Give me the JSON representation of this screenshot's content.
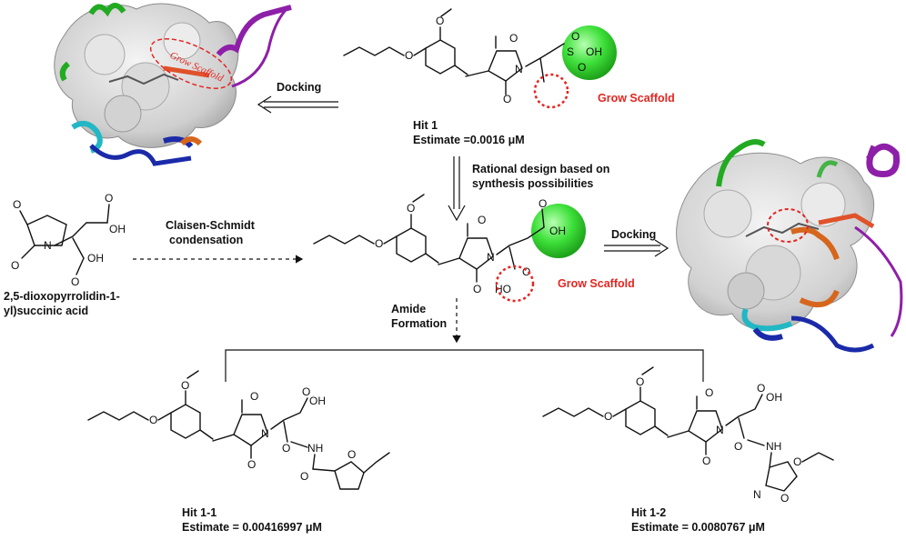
{
  "colors": {
    "grow_scaffold": "#e52521",
    "highlight_green": "#3ee03a",
    "surface_gray": "#d6d6d6"
  },
  "hit1": {
    "title": "Hit 1",
    "estimate": "Estimate =0.0016 μM",
    "annotation": "Grow Scaffold"
  },
  "hit1_docking_inset": {
    "annotation": "Grow Scaffold"
  },
  "arrows": {
    "docking_left": "Docking",
    "rational_design_line1": "Rational design based on",
    "rational_design_line2": "synthesis possibilities",
    "claisen_line1": "Claisen-Schmidt",
    "claisen_line2": "condensation",
    "docking_right": "Docking",
    "amide_line1": "Amide",
    "amide_line2": "Formation"
  },
  "reagent": {
    "name_line1": "2,5-dioxopyrrolidin-1-",
    "name_line2": "yl)succinic acid"
  },
  "intermediate": {
    "annotation": "Grow Scaffold"
  },
  "hit1_1": {
    "title": "Hit 1-1",
    "estimate": "Estimate = 0.00416997 μM"
  },
  "hit1_2": {
    "title": "Hit 1-2",
    "estimate": "Estimate = 0.0080767 μM"
  },
  "atoms": {
    "O": "O",
    "OH": "OH",
    "HO": "HO",
    "N": "N",
    "S": "S",
    "NH": "NH"
  }
}
